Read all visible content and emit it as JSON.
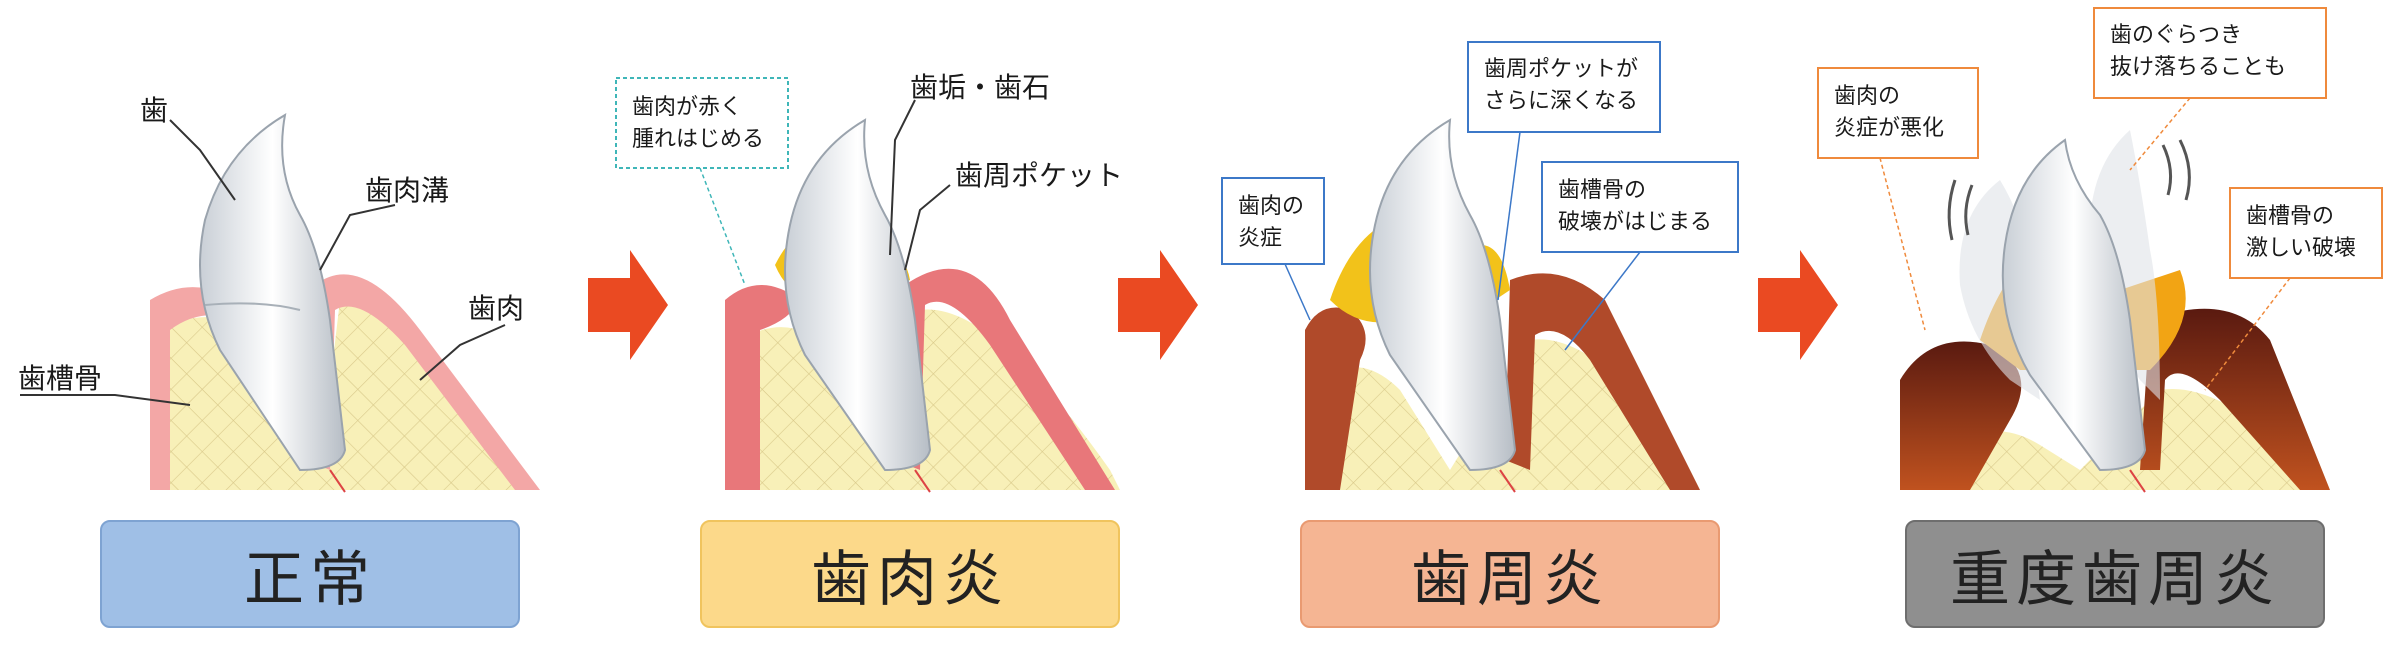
{
  "stages": [
    {
      "name": "正常",
      "bg": "#9fbfe6",
      "border": "#7ea3d2",
      "labels": {
        "tooth": "歯",
        "sulcus": "歯肉溝",
        "gum": "歯肉",
        "bone": "歯槽骨"
      }
    },
    {
      "name": "歯肉炎",
      "bg": "#fcd98a",
      "border": "#f0c45e",
      "labels": {
        "callout_red": "歯肉が赤く\n腫れはじめる",
        "plaque": "歯垢・歯石",
        "pocket": "歯周ポケット"
      }
    },
    {
      "name": "歯周炎",
      "bg": "#f5b593",
      "border": "#e99a71",
      "labels": {
        "inflammation": "歯肉の\n炎症",
        "pocket_deeper": "歯周ポケットが\nさらに深くなる",
        "bone_destruction": "歯槽骨の\n破壊がはじまる"
      }
    },
    {
      "name": "重度歯周炎",
      "bg": "#8f8f8f",
      "border": "#6e6e6e",
      "labels": {
        "gum_worse": "歯肉の\n炎症が悪化",
        "loose_tooth": "歯のぐらつき\n抜け落ちることも",
        "bone_severe": "歯槽骨の\n激しい破壊"
      }
    }
  ],
  "colors": {
    "arrow": "#ea4a22",
    "callout_teal": "#3fb6b8",
    "callout_blue": "#3c78c8",
    "callout_orange": "#ef8a3c",
    "gum_healthy": "#f3a7a6",
    "bone": "#f7efb4",
    "inflamed": "#b04a2a",
    "plaque": "#f2c21a"
  }
}
